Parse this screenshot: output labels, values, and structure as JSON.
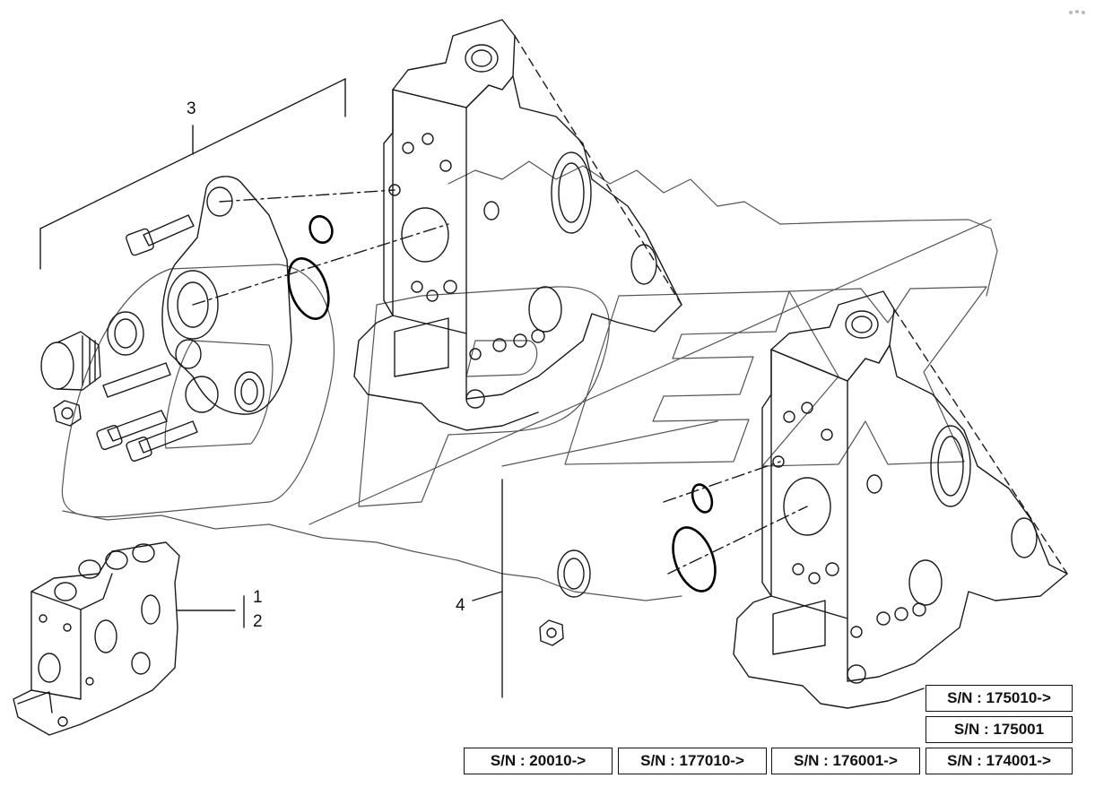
{
  "diagram": {
    "callouts": {
      "c1": "1",
      "c2": "2",
      "c3": "3",
      "c4": "4"
    },
    "serial_boxes": [
      {
        "label": "S/N : 175010->"
      },
      {
        "label": "S/N : 175001"
      },
      {
        "label": "S/N : 20010->"
      },
      {
        "label": "S/N : 177010->"
      },
      {
        "label": "S/N : 176001->"
      },
      {
        "label": "S/N : 174001->"
      }
    ],
    "watermark": "OPEX",
    "line_color": "#1a1a1a",
    "watermark_color": "#555555"
  }
}
